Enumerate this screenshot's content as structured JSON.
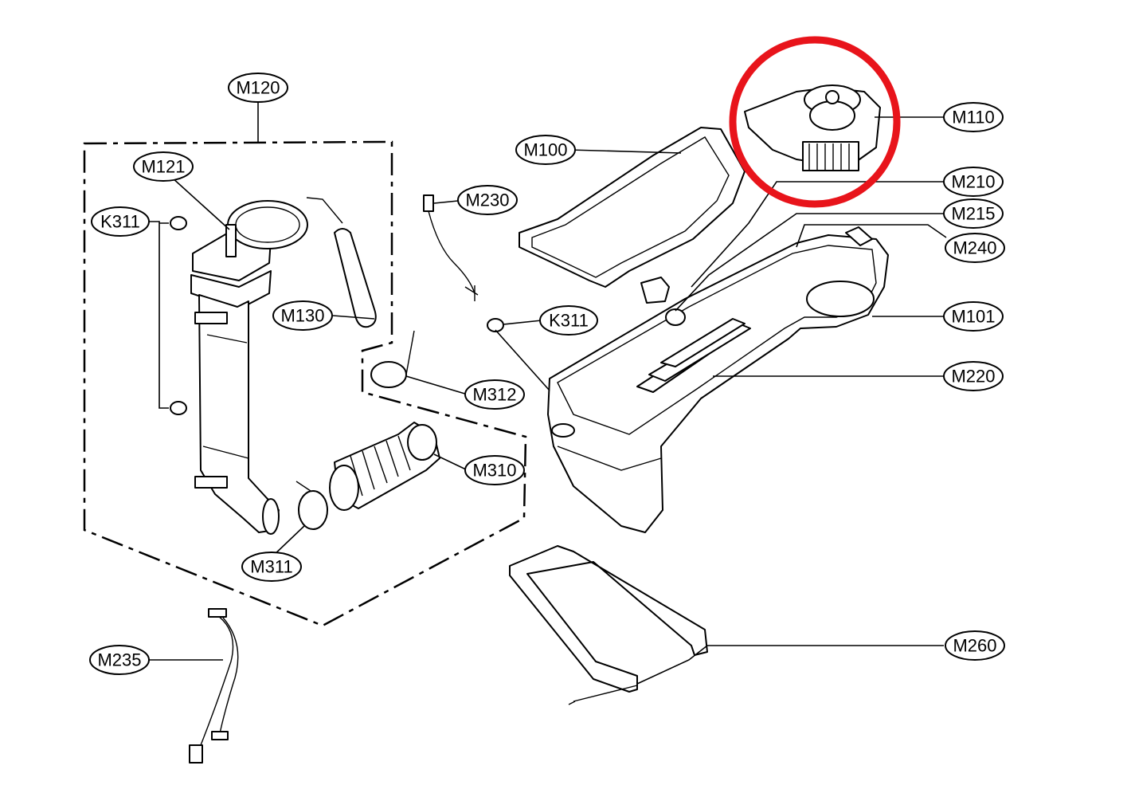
{
  "labels": {
    "m120": "M120",
    "m121": "M121",
    "k311a": "K311",
    "m130": "M130",
    "m230": "M230",
    "k311b": "K311",
    "m312": "M312",
    "m310": "M310",
    "m311": "M311",
    "m235": "M235",
    "m100": "M100",
    "m110": "M110",
    "m210": "M210",
    "m215": "M215",
    "m240": "M240",
    "m101": "M101",
    "m220": "M220",
    "m260": "M260"
  },
  "colors": {
    "highlight": "#e8141b",
    "line": "#000000",
    "background": "#ffffff"
  }
}
